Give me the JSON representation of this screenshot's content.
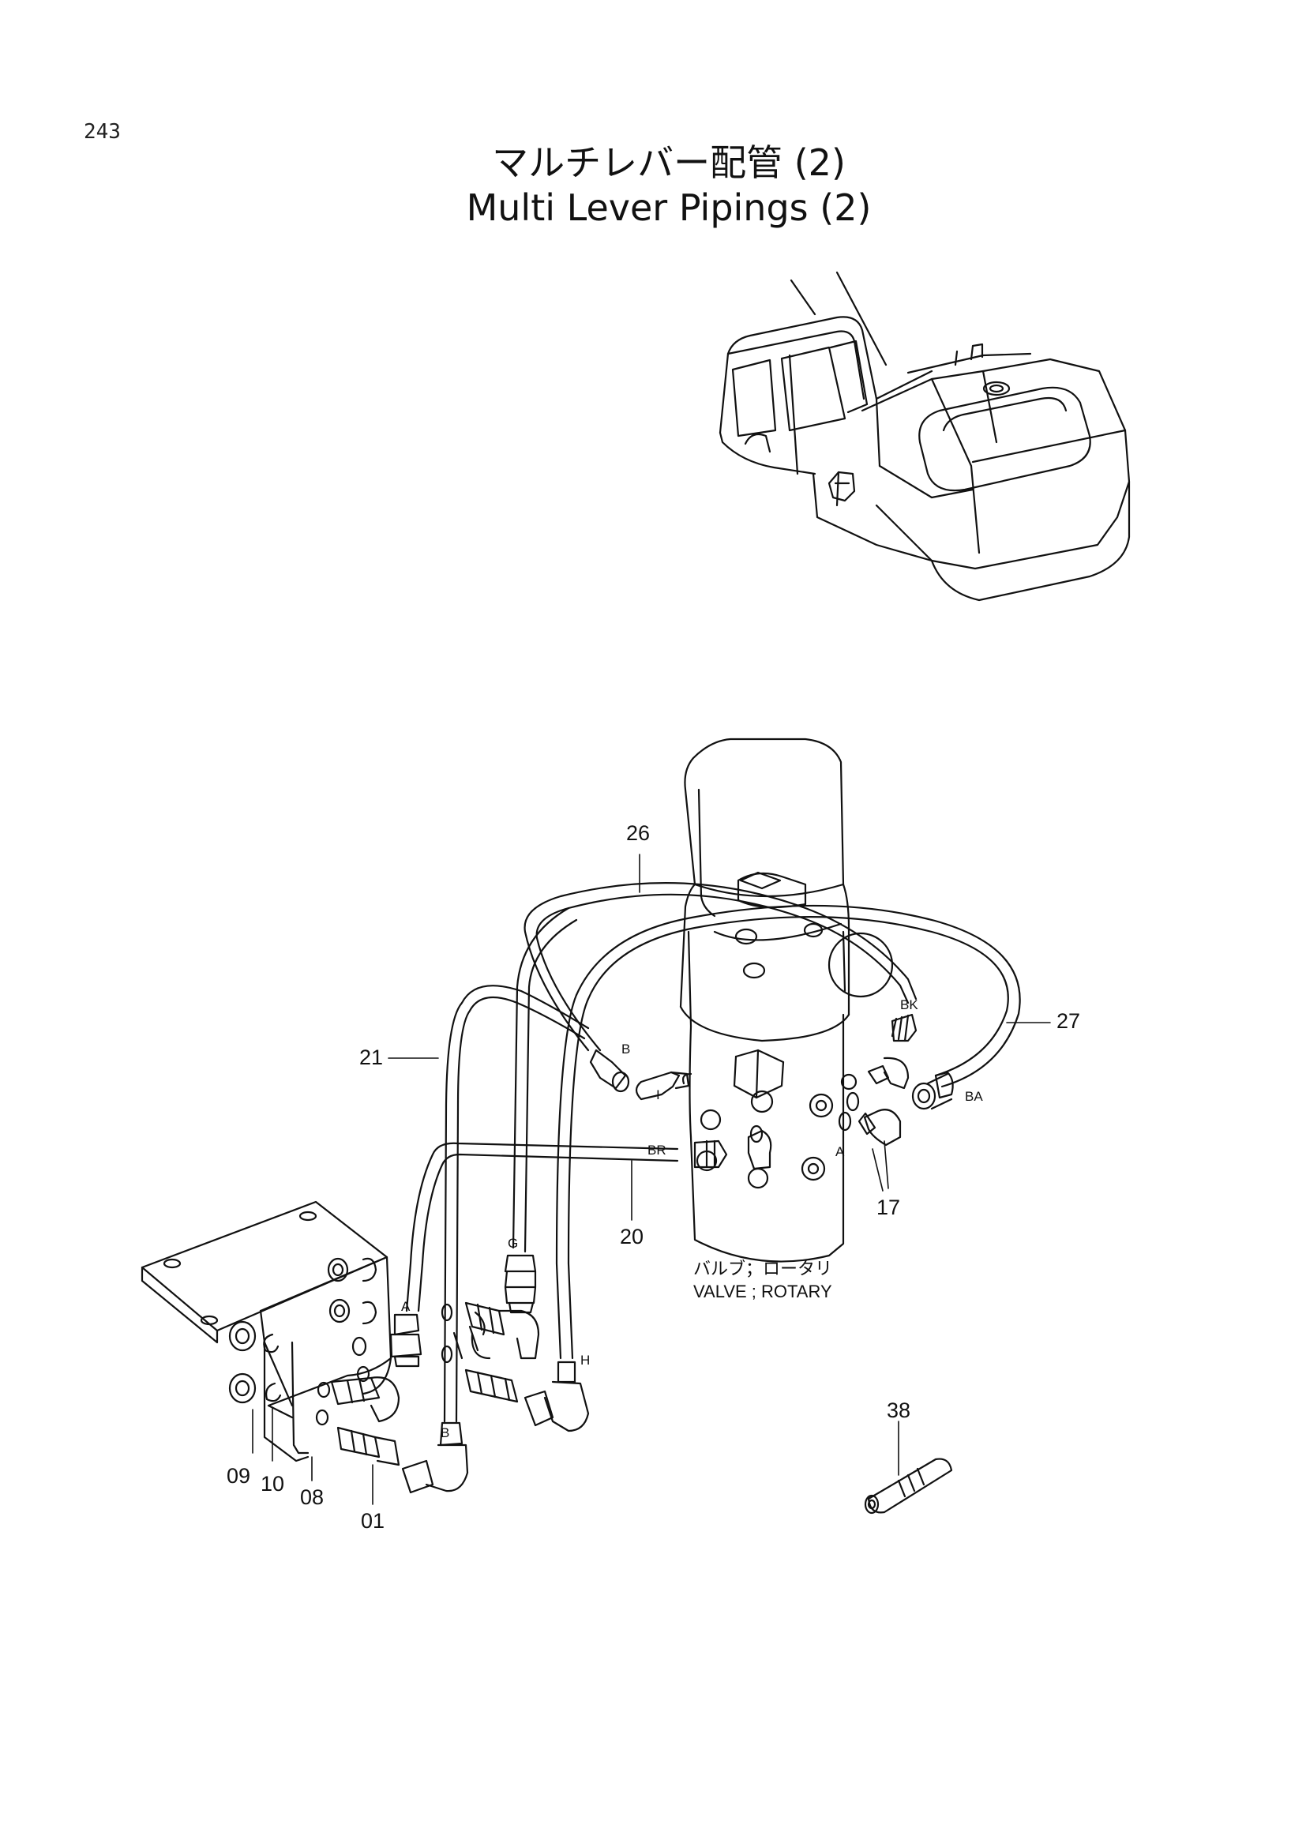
{
  "header": {
    "page_number": "243",
    "title_jp": "マルチレバー配管 (2)",
    "title_en": "Multi Lever Pipings (2)"
  },
  "callouts": [
    "26",
    "21",
    "27",
    "20",
    "17",
    "09",
    "10",
    "08",
    "01",
    "38"
  ],
  "port_labels": {
    "b_upper": "B",
    "i_port": "I",
    "br": "BR",
    "bk": "BK",
    "ba": "BA",
    "a_right": "A",
    "g": "G",
    "a_left": "A",
    "h": "H",
    "b_lower": "B"
  },
  "valve_label": {
    "jp": "バルブ；ロータリ",
    "en": "VALVE ; ROTARY"
  }
}
